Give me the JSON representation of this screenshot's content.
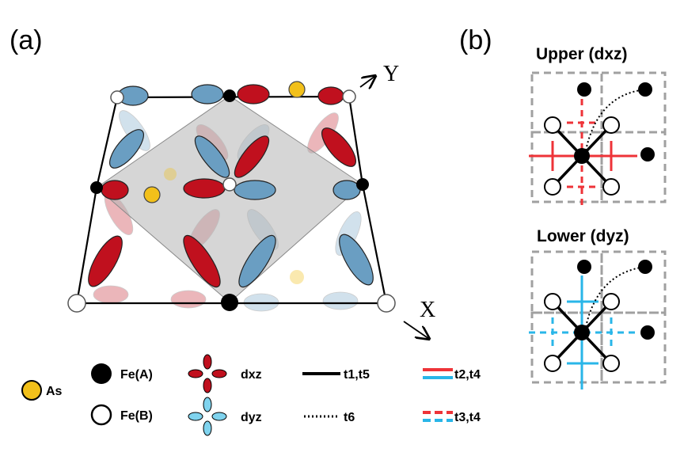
{
  "panels": {
    "a": "(a)",
    "b": "(b)"
  },
  "axes": {
    "x": "X",
    "y": "Y"
  },
  "panel_b": {
    "upper_title": "Upper (dxz)",
    "lower_title": "Lower (dyz)"
  },
  "legend": {
    "as": "As",
    "fe_a": "Fe(A)",
    "fe_b": "Fe(B)",
    "dxz": "dxz",
    "dyz": "dyz",
    "t1_t5": "t1,t5",
    "t6": "t6",
    "t2_t4": "t2,t4",
    "t3_t4": "t3,t4"
  },
  "colors": {
    "red_orbital": "#c0101e",
    "blue_orbital": "#6a9ec2",
    "cyan_line": "#29b6e8",
    "red_line": "#ee3338",
    "as_yellow": "#f2c01a",
    "plane_gray": "#b4b4b4",
    "dash_gray": "#a0a0a0"
  }
}
